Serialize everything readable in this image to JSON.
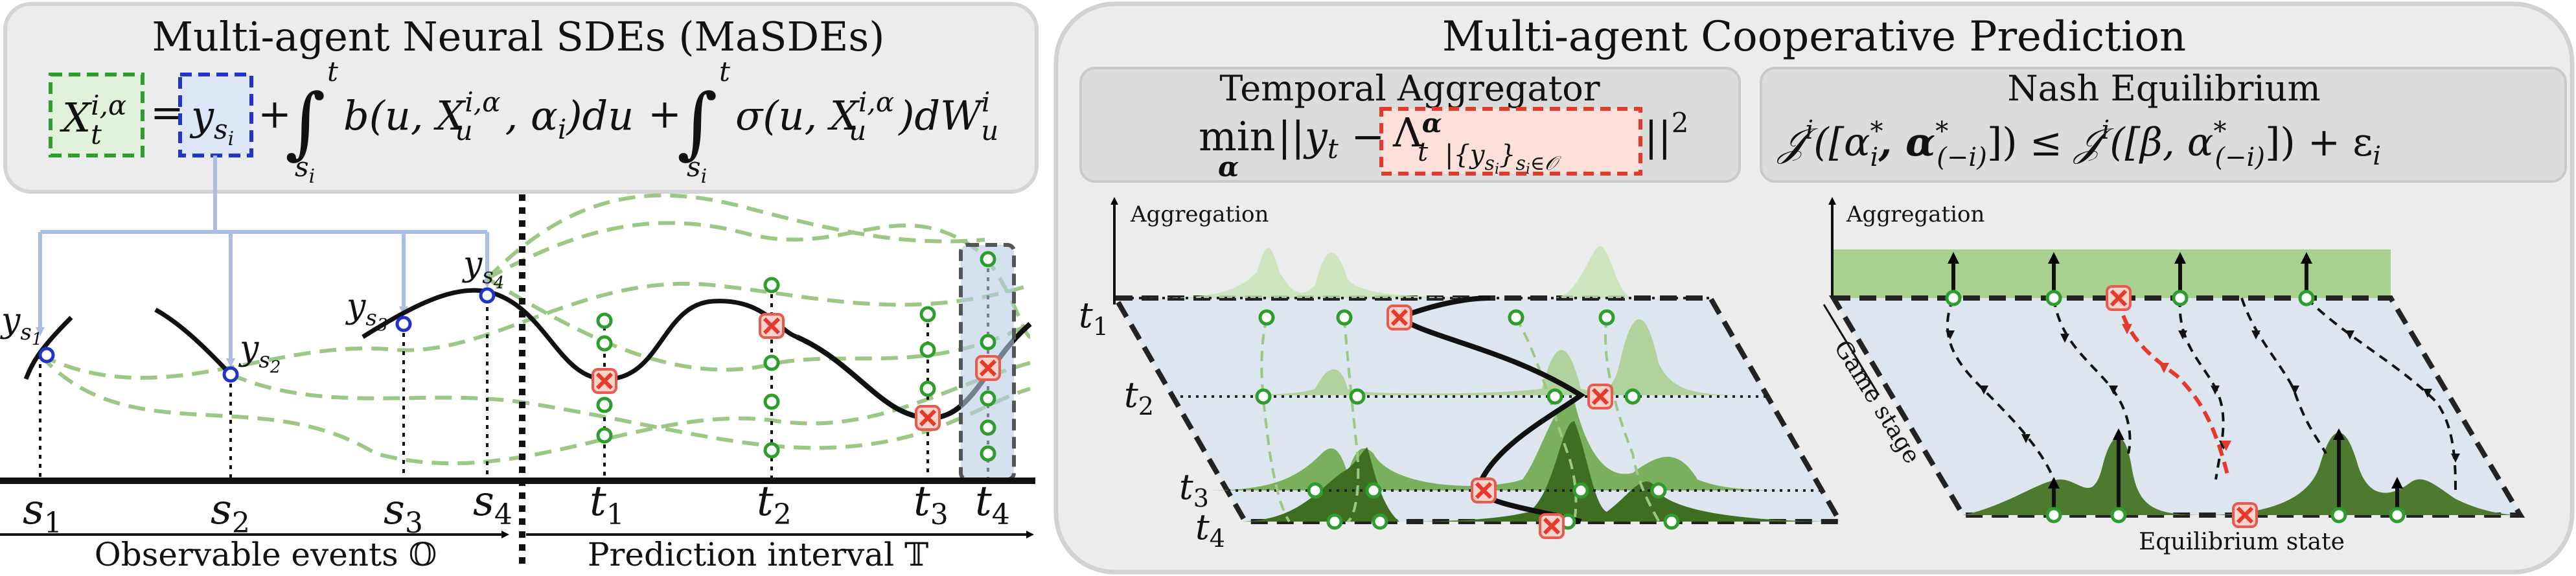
{
  "left_panel": {
    "title": "Multi-agent Neural SDEs (MaSDEs)",
    "equation": {
      "lhs": "X",
      "lhs_sup": "i,α",
      "lhs_sub": "t",
      "eq": "=",
      "y_term": "y",
      "y_sub": "s",
      "y_subsub": "i",
      "plus1": "+",
      "int1_upper": "t",
      "int1_lower": "s",
      "int1_lower_sub": "i",
      "drift": "b(u, X",
      "drift_sup": "i,α",
      "drift_sub": "u",
      "drift_tail": ", α",
      "drift_alpha_sub": "i",
      "drift_end": ")du",
      "plus2": "+",
      "int2_upper": "t",
      "int2_lower": "s",
      "int2_lower_sub": "i",
      "diffusion": "σ(u, X",
      "diffusion_sup": "i,α",
      "diffusion_sub": "u",
      "diffusion_end": ")dW",
      "w_sup": "i",
      "w_sub": "u"
    },
    "points": [
      {
        "label": "y",
        "sub": "s",
        "subsub": "1"
      },
      {
        "label": "y",
        "sub": "s",
        "subsub": "2"
      },
      {
        "label": "y",
        "sub": "s",
        "subsub": "3"
      },
      {
        "label": "y",
        "sub": "s",
        "subsub": "4"
      }
    ],
    "event_ticks": [
      {
        "label": "s",
        "sub": "1"
      },
      {
        "label": "s",
        "sub": "2"
      },
      {
        "label": "s",
        "sub": "3"
      },
      {
        "label": "s",
        "sub": "4"
      }
    ],
    "pred_ticks": [
      {
        "label": "t",
        "sub": "1"
      },
      {
        "label": "t",
        "sub": "2"
      },
      {
        "label": "t",
        "sub": "3"
      },
      {
        "label": "t",
        "sub": "4"
      }
    ],
    "observable_label": "Observable events 𝕆",
    "prediction_label": "Prediction interval 𝕋"
  },
  "right_panel": {
    "title": "Multi-agent Cooperative Prediction",
    "aggregator": {
      "title": "Temporal Aggregator",
      "min": "min",
      "min_sub": "α",
      "norm_left": "||y",
      "norm_left_sub": "t",
      "minus": " −",
      "lambda": "Λ",
      "lambda_sup": "α",
      "lambda_sub": "t",
      "bar_sub": "|{y",
      "bar_sub_s": "s",
      "bar_sub_i": "i",
      "bar_sub_tail": "}",
      "bar_sub_set": "s",
      "bar_sub_set_i": "i",
      "bar_sub_set_in": "∈𝒪",
      "norm_right": "||",
      "square": "2"
    },
    "nash": {
      "title": "Nash Equilibrium",
      "lhs": "𝒥",
      "lhs_sup": "i",
      "lhs_args": "([α",
      "alpha_sub": "i",
      "alpha_sup": "*",
      "comma": ", α",
      "minus_i_sup": "*",
      "minus_i_sub": "(−i)",
      "close": "]) ≤ ",
      "rhs": "𝒥",
      "rhs_sup": "i",
      "rhs_args": "([β, α",
      "rhs_minus_i_sup": "*",
      "rhs_minus_i_sub": "(−i)",
      "rhs_close": "]) + ε",
      "eps_sub": "i"
    },
    "left_3d": {
      "axis_label": "Aggregation",
      "t_labels": [
        {
          "label": "t",
          "sub": "1"
        },
        {
          "label": "t",
          "sub": "2"
        },
        {
          "label": "t",
          "sub": "3"
        },
        {
          "label": "t",
          "sub": "4"
        }
      ]
    },
    "right_3d": {
      "axis_label": "Aggregation",
      "game_stage": "Game stage",
      "equilibrium": "Equilibrium state"
    }
  },
  "colors": {
    "panel_bg": "#ececec",
    "panel_border": "#cfcfcf",
    "header_box": "#e0e0e0",
    "green_box": "#e1f1dc",
    "green_dash": "#2d9d2d",
    "blue_box": "#dde6f6",
    "blue_dash": "#2233cc",
    "red_box": "#fde0da",
    "red_dash": "#e53a2b",
    "curve_green": "#9cc784",
    "connector_blue": "#a9bfe3",
    "dark_green": "#4e7a30",
    "light_green": "#c9e3b6",
    "plane": "#dce3ee",
    "marker_red": "#e85a4d"
  }
}
